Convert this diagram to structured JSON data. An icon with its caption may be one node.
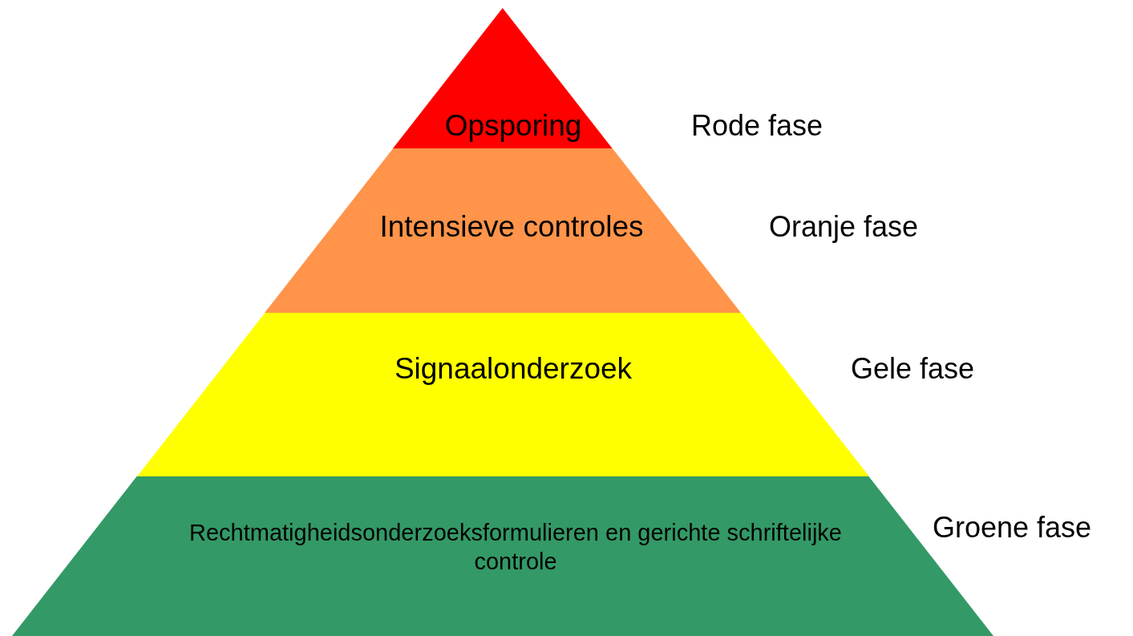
{
  "diagram": {
    "nodes": [
      {
        "text": [
          "Opsporing"
        ]
      },
      {
        "text": [
          "Intensieve controles"
        ]
      },
      {
        "text": [
          "Signaalonderzoek"
        ]
      },
      {
        "text": [
          "Rechtmatigheidsonderzoeksformulieren en gerichte schriftelijke controle"
        ]
      }
    ],
    "labels": [
      "Rode fase",
      "Oranje fase",
      "Gele fase",
      "Groene fase"
    ]
  }
}
